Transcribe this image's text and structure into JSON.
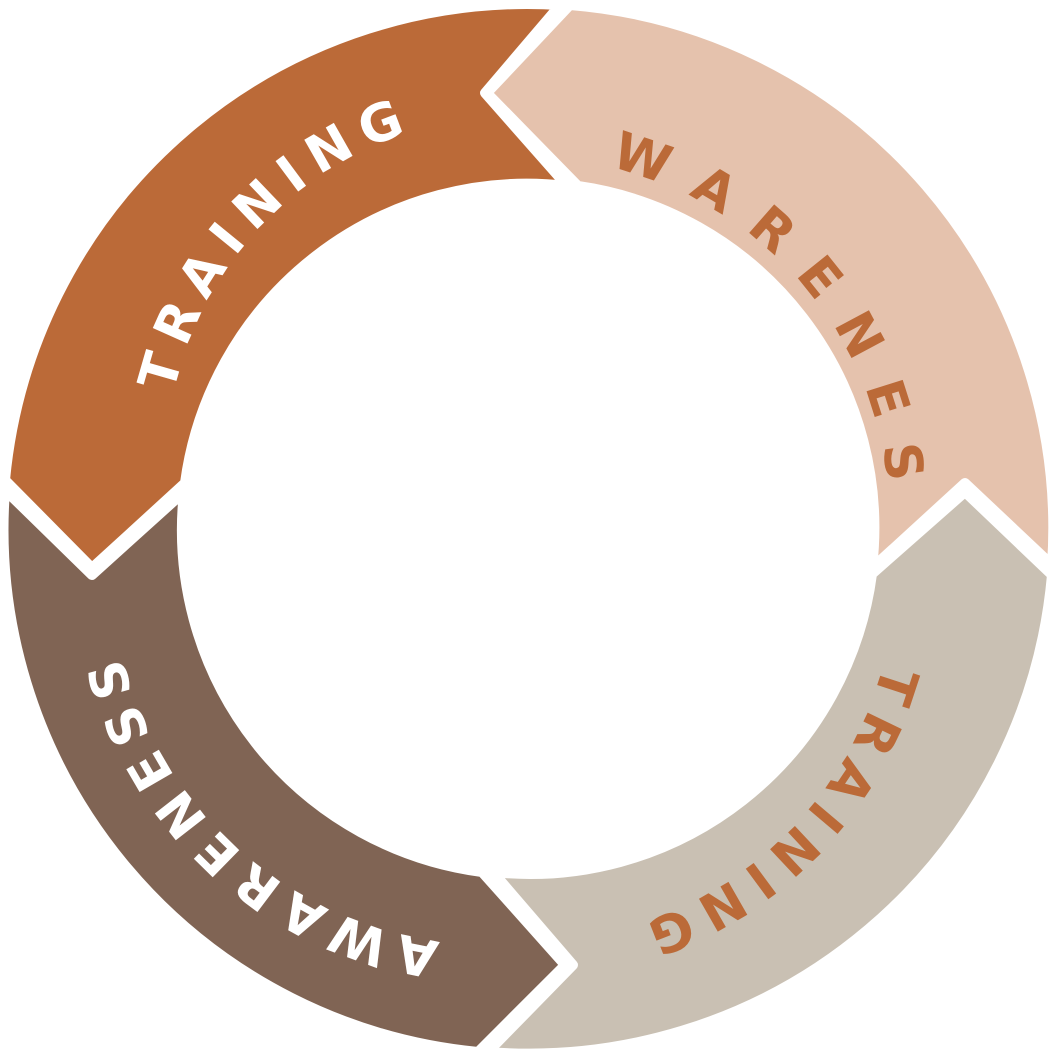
{
  "diagram": {
    "segments": [
      {
        "label": "TRAINING",
        "fill": "#BB6A38",
        "text_color": "#FFFFFF"
      },
      {
        "label": "AWARENESS",
        "fill": "#E5C2AD",
        "text_color": "#BB6A38"
      },
      {
        "label": "TRAINING",
        "fill": "#C9C0B3",
        "text_color": "#BB6A38"
      },
      {
        "label": "AWARENESS",
        "fill": "#806454",
        "text_color": "#FFFFFF"
      }
    ]
  }
}
